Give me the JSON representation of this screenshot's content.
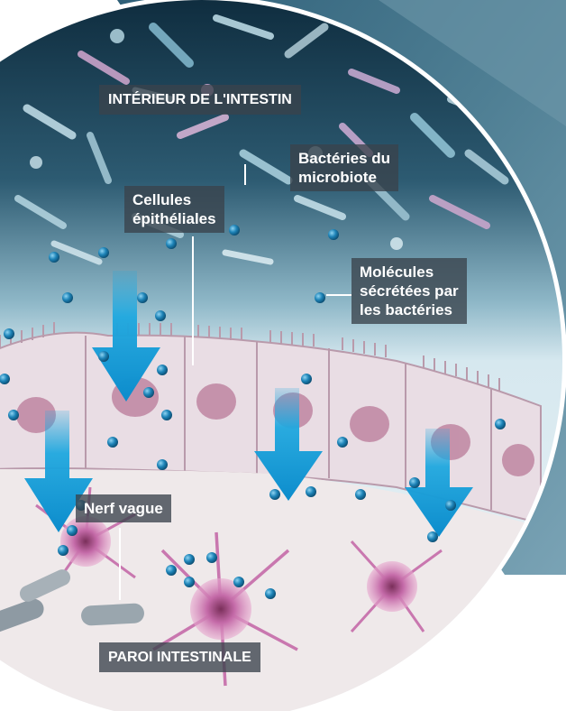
{
  "diagram": {
    "labels": {
      "intestine_interior": "INTÉRIEUR DE L'INTESTIN",
      "bacteria": [
        "Bactéries du",
        "microbiote"
      ],
      "epithelial_cells": [
        "Cellules",
        "épithéliales"
      ],
      "molecules": [
        "Molécules",
        "sécrétées par",
        "les bactéries"
      ],
      "vagus_nerve": "Nerf vague",
      "intestinal_wall": "PAROI INTESTINALE"
    },
    "colors": {
      "background_panel": "#4f7f94",
      "lumen_dark": "#123446",
      "lumen_light": "#d6e8ef",
      "cells": "#e9dde4",
      "nucleus": "#b97a99",
      "arrow": "#1fa8df",
      "molecule": "#1e84b8",
      "neuron": "#c46aa8",
      "label_bg": "#3a424c"
    }
  }
}
